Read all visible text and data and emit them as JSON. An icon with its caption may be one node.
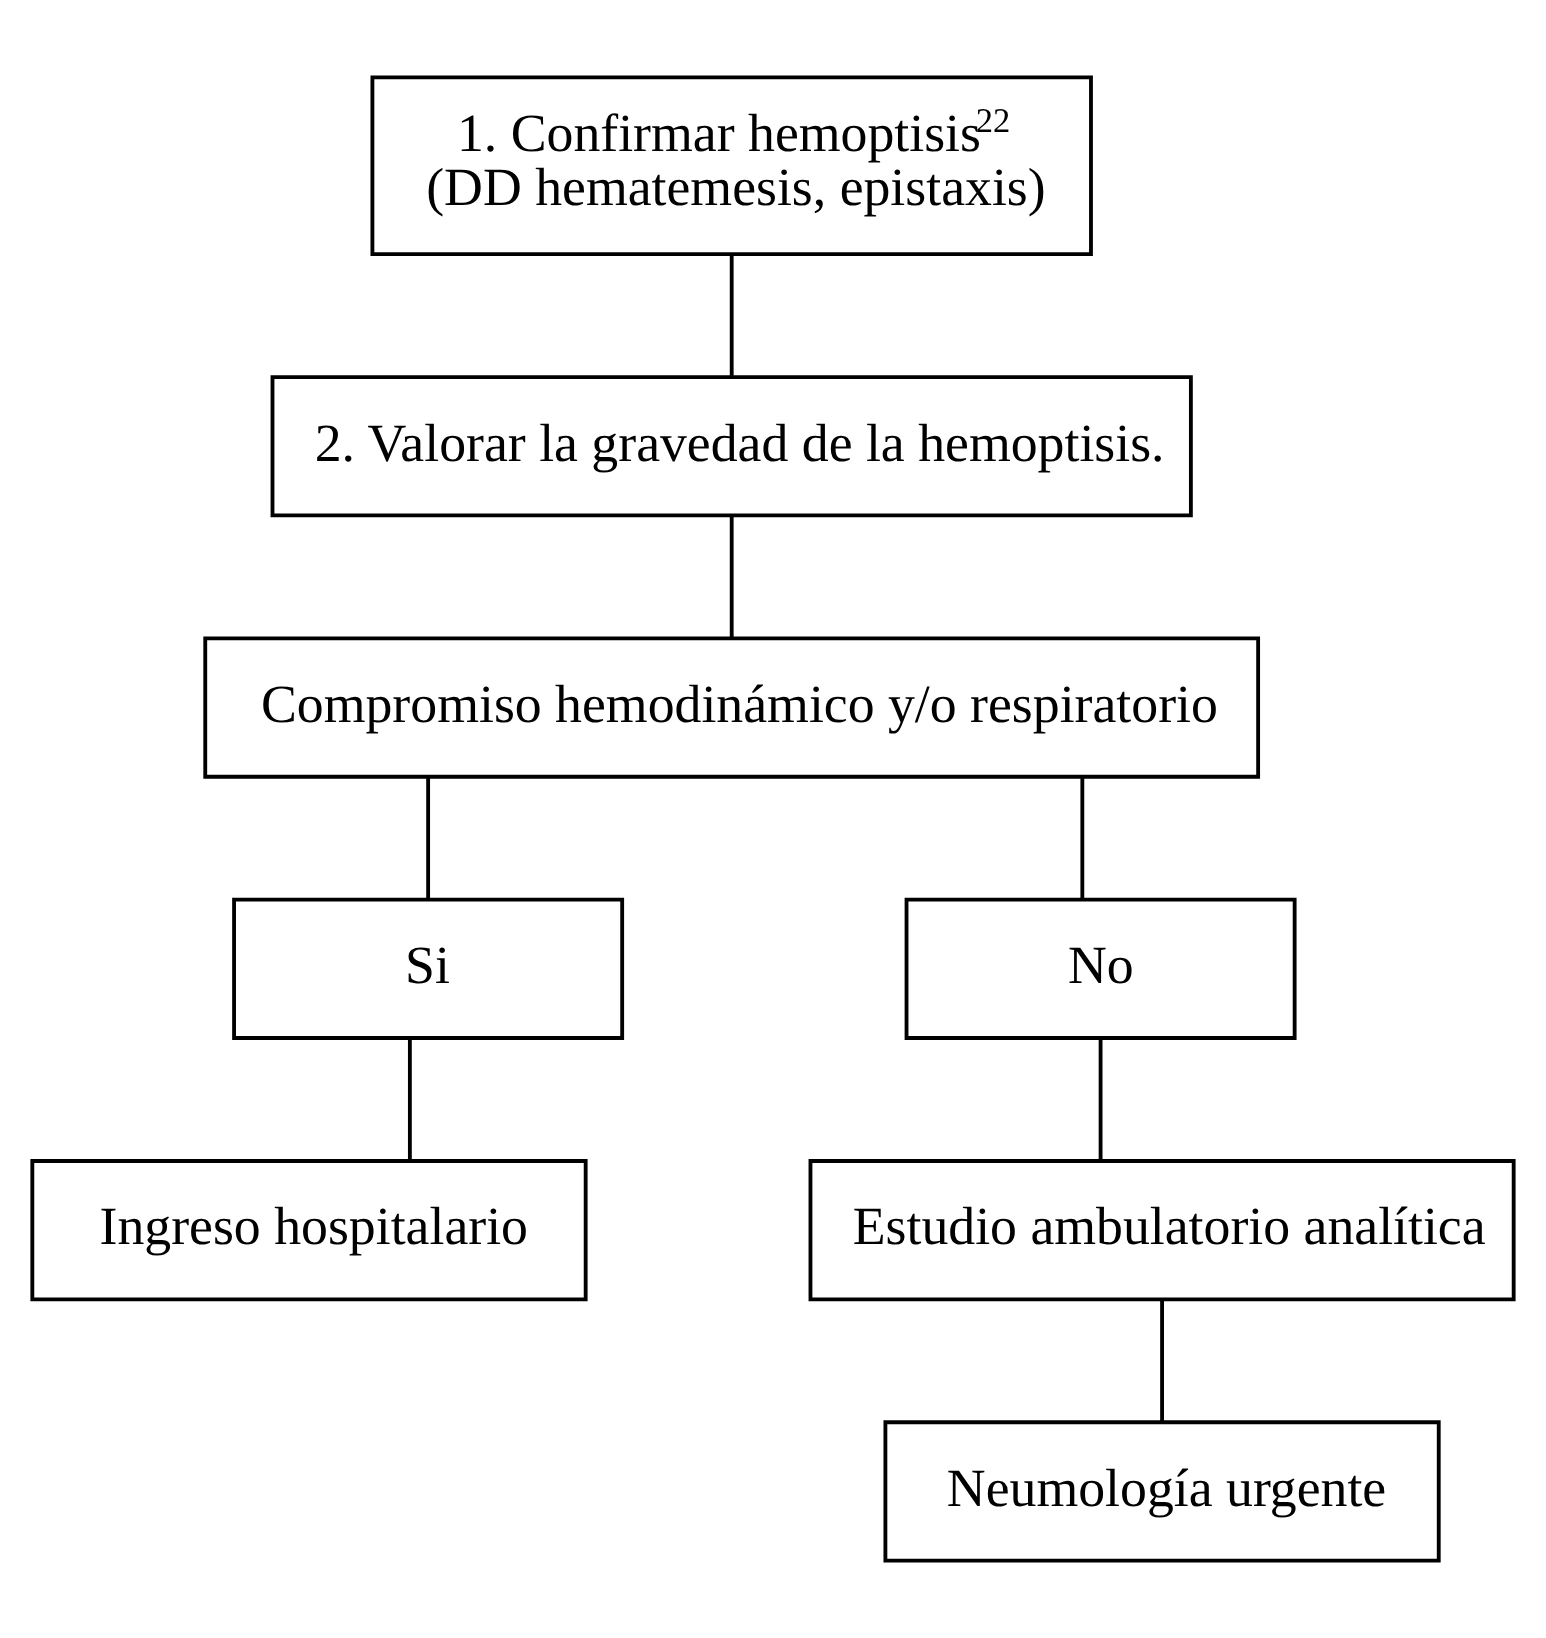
{
  "diagram": {
    "nodes": [
      {
        "text": [
          "1. Confirmar hemoptisis$^{22}$",
          "(DD hematemesis, epistaxis)"
        ]
      },
      {
        "text": [
          "2. Valorar la gravedad de la hemoptisis."
        ]
      },
      {
        "text": [
          "Compromiso hemodinámico y/o respiratorio"
        ]
      },
      {
        "text": [
          "Si"
        ]
      },
      {
        "text": [
          "No"
        ]
      },
      {
        "text": [
          "Ingreso hospitalario"
        ]
      },
      {
        "text": [
          "Estudio ambulatorio analítica"
        ]
      },
      {
        "text": [
          "Neumología urgente"
        ]
      }
    ],
    "edges": [
      {
        "from": 0,
        "to": 1,
        "arrow": "none"
      },
      {
        "from": 1,
        "to": 2,
        "arrow": "none"
      },
      {
        "from": 2,
        "to": 3,
        "arrow": "none"
      },
      {
        "from": 2,
        "to": 4,
        "arrow": "none"
      },
      {
        "from": 3,
        "to": 5,
        "arrow": "none"
      },
      {
        "from": 4,
        "to": 6,
        "arrow": "none"
      },
      {
        "from": 6,
        "to": 7,
        "arrow": "none"
      }
    ]
  }
}
